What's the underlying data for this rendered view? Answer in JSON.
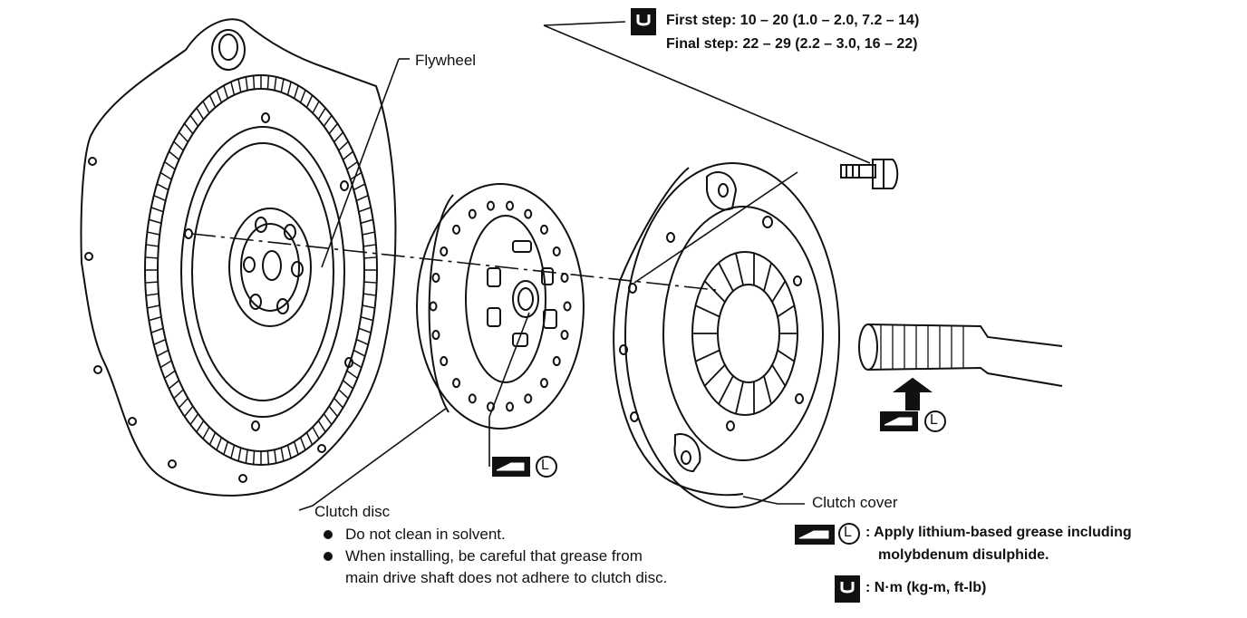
{
  "torque": {
    "first_step": "First step: 10 – 20 (1.0 – 2.0, 7.2 – 14)",
    "final_step": "Final step: 22 – 29 (2.2 – 3.0, 16 – 22)"
  },
  "labels": {
    "flywheel": "Flywheel",
    "clutch_disc": "Clutch disc",
    "clutch_cover": "Clutch cover"
  },
  "clutch_disc_notes": [
    "Do not clean in solvent.",
    "When installing, be careful that grease from",
    "main drive shaft does not adhere to clutch disc."
  ],
  "legend": {
    "grease_line1": ": Apply lithium-based grease including",
    "grease_line2": "molybdenum disulphide.",
    "torque_units": ": N·m (kg-m, ft-lb)"
  },
  "symbols": {
    "grease_letter": "L",
    "grease_icon": "grease-gun-icon",
    "torque_icon": "torque-wrench-icon"
  }
}
